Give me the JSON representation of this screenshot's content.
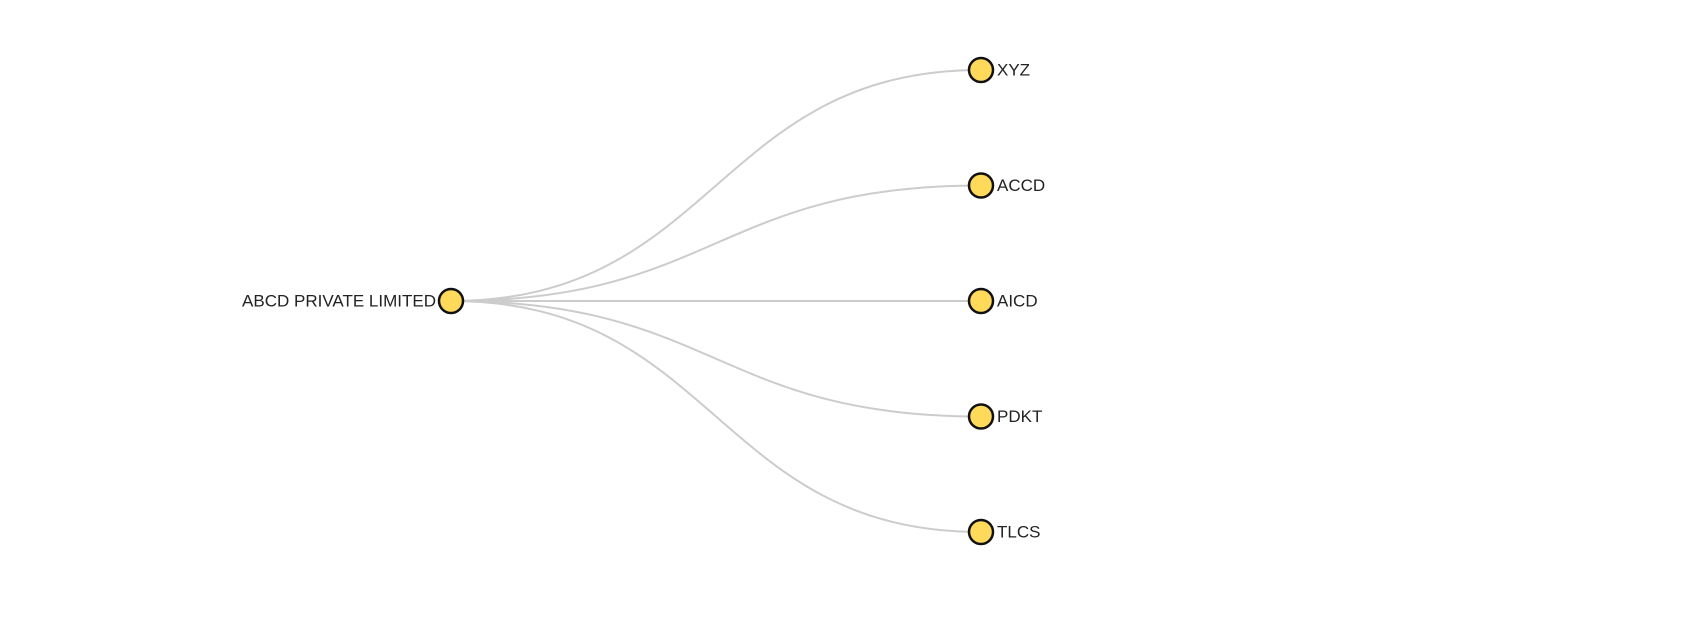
{
  "diagram": {
    "type": "tree",
    "node_color": "#ffd95a",
    "node_stroke": "#111111",
    "link_color": "#cccccc",
    "root": {
      "label": "ABCD PRIVATE LIMITED"
    },
    "children": [
      {
        "label": "XYZ"
      },
      {
        "label": "ACCD"
      },
      {
        "label": "AICD"
      },
      {
        "label": "PDKT"
      },
      {
        "label": "TLCS"
      }
    ]
  }
}
